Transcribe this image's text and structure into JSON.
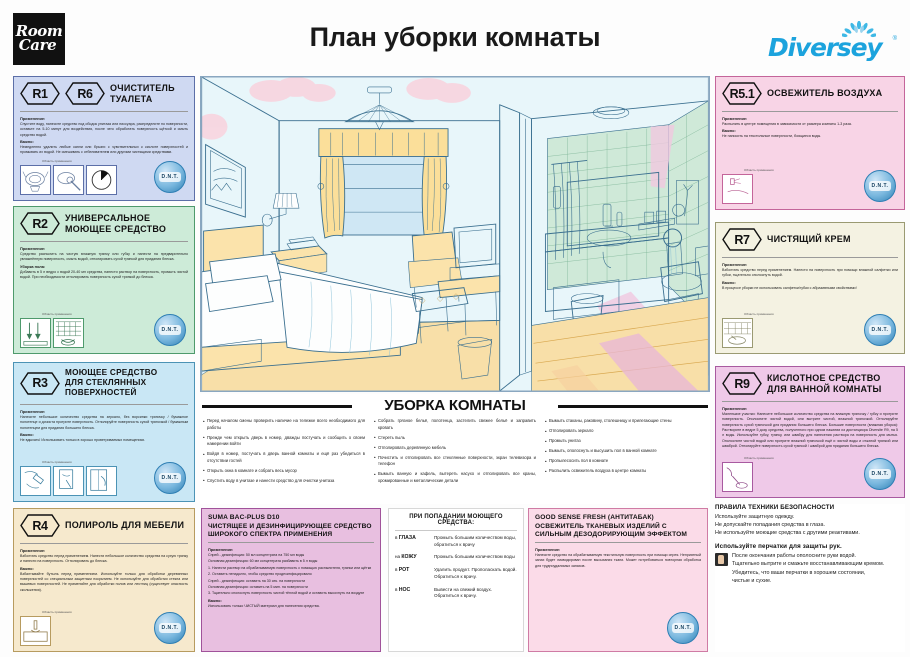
{
  "header": {
    "logo_left_line1": "Room",
    "logo_left_line2": "Care",
    "logo_left_name": "room-care-logo",
    "title": "План уборки комнаты",
    "logo_right": "Diversey",
    "logo_right_tm": "®",
    "brand_color": "#1CA3DD"
  },
  "panels": [
    {
      "id": "r1r6",
      "codes": [
        "R1",
        "R6"
      ],
      "title": "ОЧИСТИТЕЛЬ ТУАЛЕТА",
      "theme": "#cfd9f2",
      "sections": [
        {
          "label": "Применение:",
          "text": "Спустите воду, нанесите средство под ободок унитаза или писсуара, распределите по поверхности, оставьте на 5-10 минут для воздействия, после чего обработать поверхность щёткой и смыть средство водой."
        },
        {
          "label": "Важно:",
          "text": "Немедленно удалить любые капли или брызги с чувствительных к кислоте поверхностей и промывать их водой. Не смешивать с отбеливателем или другими чистящими средствами."
        }
      ],
      "picto_caption": "Область применения",
      "picto_count": 3,
      "seal": "D.N.T."
    },
    {
      "id": "r2",
      "codes": [
        "R2"
      ],
      "title": "УНИВЕРСАЛЬНОЕ\nМОЮЩЕЕ СРЕДСТВО",
      "theme": "#cdebd8",
      "sections": [
        {
          "label": "Применение:",
          "text": "Средство распылить на чистую влажную тряпку или губку и нанести на предварительно увлажнённую поверхность, смыть водой, отполировать сухой тряпкой для придания блеска."
        },
        {
          "label": "Уборка пола:",
          "text": "Добавить в 5 л ведро с водой 20-40 мл средства, нанести раствор на поверхность, промыть чистой водой. При необходимости отполировать поверхность сухой тряпкой до блеска."
        }
      ],
      "picto_caption": "Область применения",
      "picto_count": 2,
      "seal": "D.N.T."
    },
    {
      "id": "r3",
      "codes": [
        "R3"
      ],
      "title": "МОЮЩЕЕ СРЕДСТВО\nДЛЯ СТЕКЛЯННЫХ ПОВЕРХНОСТЕЙ",
      "theme": "#c9e7f5",
      "sections": [
        {
          "label": "Применение:",
          "text": "Нанесите небольшое количество средства на зеркало, без ворсинки тряпочку / бумажное полотенце и дочиста протрите поверхность. Отполируйте поверхность сухой тряпочкой / бумажным полотенцем для придания большего блеска."
        },
        {
          "label": "Важно:",
          "text": "Не вдыхать! Использовать только в хорошо проветриваемых помещениях."
        }
      ],
      "picto_caption": "Область применения",
      "picto_count": 3,
      "seal": "D.N.T."
    },
    {
      "id": "r4",
      "codes": [
        "R4"
      ],
      "title": "ПОЛИРОЛЬ ДЛЯ МЕБЕЛИ",
      "theme": "#f6e9cd",
      "sections": [
        {
          "label": "Применение:",
          "text": "Взболтать средство перед применением. Нанести небольшое количество средства на сухую тряпку и нанести на поверхность. Отполировать до блеска."
        },
        {
          "label": "Важно:",
          "text": "Взбалтывайте бутыль перед применением. Используйте только для обработки деревянных поверхностей со специальным защитным покрытием. Не используйте для обработки стекла или вышевых поверхностей. Не применяйте для обработки полов или лестниц (существует опасность скольжения)."
        }
      ],
      "picto_caption": "Область применения",
      "picto_count": 1,
      "seal": "D.N.T."
    },
    {
      "id": "r51",
      "codes": [
        "R5.1"
      ],
      "title": "ОСВЕЖИТЕЛЬ ВОЗДУХА",
      "theme": "#f8d4e6",
      "sections": [
        {
          "label": "Применение:",
          "text": "Распылить в центре помещения в зависимости от размера комнаты 1-3 раза."
        },
        {
          "label": "Важно:",
          "text": "Не наносить на текстильные поверхности, боящиеся воды."
        }
      ],
      "picto_caption": "Область применения",
      "picto_count": 1,
      "seal": "D.N.T."
    },
    {
      "id": "r7",
      "codes": [
        "R7"
      ],
      "title": "ЧИСТЯЩИЙ КРЕМ",
      "theme": "#f4f2e2",
      "sections": [
        {
          "label": "Применение:",
          "text": "Взболтать средство перед применением. Нанести на поверхность при помощи влажной салфетки или губки, тщательно ополоснуть водой."
        },
        {
          "label": "Важно:",
          "text": "В процессе уборки не использовать салфетки/губки с абразивными свойствами!"
        }
      ],
      "picto_caption": "Область применения",
      "picto_count": 1,
      "seal": "D.N.T."
    },
    {
      "id": "r9",
      "codes": [
        "R9"
      ],
      "title": "КИСЛОТНОЕ СРЕДСТВО\nДЛЯ ВАННОЙ КОМНАТЫ",
      "theme": "#efc9e8",
      "sections": [
        {
          "label": "Применение:",
          "text": "Маленькие участки: Нанесите небольшое количество средства на влажную тряпочку / губку и протрите поверхность. Ополосните чистой водой, или вытрите чистой, влажной тряпочкой. Отполируйте поверхность сухой тряпочкой для придания большего блеска. Большие поверхности (влажная уборка): Растворите в ведре 5 дозу средства, полученного при одном нажатии из дистанциора Diversite R9, на 5 л воды. Используйте губку, тряпку, или швабру для нанесения раствора на поверхность для мытья. Ополосните чистой водой или протрите влажной тряпочкой ещё и чистой воды и отжатой тряпкой или шваброй. Отполируйте поверхность сухой тряпкой / шваброй для придания большего блеска."
        }
      ],
      "picto_caption": "Область применения",
      "picto_count": 1,
      "seal": "D.N.T."
    }
  ],
  "checklist": {
    "title": "УБОРКА КОМНАТЫ",
    "columns": [
      [
        "Перед началом смены проверить наличие на тележке всего необходимого для работы",
        "Прежде чем открыть дверь в номер, дважды постучать и сообщить о своем намерении войти",
        "Войдя в номер, постучать в дверь ванной комнаты и ещё раз убедиться в отсутствии гостей",
        "Открыть окна в комнате и собрать весь мусор",
        "Спустить воду в унитазе и нанести средство для очистки унитаза"
      ],
      [
        "Собрать грязное бельё, полотенца, застелить свежее бельё и заправить кровать",
        "Стереть пыль",
        "Отполировать деревянную мебель",
        "Почистить и отполировать все стеклянные поверхности, экран телевизора и телефон",
        "Вымыть ванную и кафель, вытереть насухо и отполировать все краны, хромированные и металлические детали"
      ],
      [
        "Вымыть стаканы, раковину, столешницу и прилегающие стены",
        "Отполировать зеркало",
        "Промыть унитаз",
        "Вымыть, ополоснуть и высушить пол в ванной комнате",
        "Пропылесосить пол в комнате",
        "Распылить освежитель воздуха в центре комнаты"
      ]
    ]
  },
  "bottom": {
    "suma": {
      "name": "SUMA BAC-PLUS D10",
      "title": "ЧИСТЯЩЕЕ И ДЕЗИНФИЦИРУЮЩЕЕ СРЕДСТВО ШИРОКОГО СПЕКТРА ПРИМЕНЕНИЯ",
      "label": "Применение:",
      "lines": [
        "Спрей - дезинфекция: 50 мл концентрата на 750 мл воды",
        "Основная дезинфекция: 60 мл концентрата разбавить в 5 л воды",
        "1. Нанести раствор на обрабатываемую поверхность с помощью распылителя, тряпки или щётки",
        "2. Оставить ненадолго, чтобы средство продезинфицировало",
        "Спрей - дезинфекция: оставить на 30 сек. на поверхности",
        "Основная дезинфекция: оставить на 5 мин. на поверхности",
        "3. Тщательно сполоснуть поверхность чистой тёплой водой и оставить высохнуть на воздухе"
      ],
      "important_label": "Важно:",
      "important": "Использовать только ЧИСТЫЙ материал для нанесения средства.",
      "theme": "#e8bfe0"
    },
    "first_aid": {
      "title": "ПРИ ПОПАДАНИИ МОЮЩЕГО СРЕДСТВА:",
      "rows": [
        {
          "route_prefix": "в",
          "route": "ГЛАЗА",
          "action": "Промыть большим количеством воды, обратиться к врачу"
        },
        {
          "route_prefix": "на",
          "route": "КОЖУ",
          "action": "Промыть большим количеством воды"
        },
        {
          "route_prefix": "в",
          "route": "РОТ",
          "action": "Удалить продукт. Прополаскать водой. Обратиться к врачу."
        },
        {
          "route_prefix": "в",
          "route": "НОС",
          "action": "Вывести на свежий воздух. Обратиться к врачу."
        }
      ]
    },
    "good_sense": {
      "name": "GOOD SENSE FRESH (АНТИТАБАК)",
      "title": "ОСВЕЖИТЕЛЬ ТКАНЕВЫХ ИЗДЕЛИЙ С СИЛЬНЫМ ДЕЗОДОРИРУЮЩИМ ЭФФЕКТОМ",
      "label": "Применение:",
      "text": "Нанесите средство на обрабатываемую текстильную поверхность при помощи спрея. Неприятный запах будет ликвидирован после высыхания ткани. Может потребоваться повторная обработка для трудноудалимых запахов.",
      "theme": "#fbdbe8",
      "seal": "D.N.T."
    }
  },
  "safety": {
    "title": "ПРАВИЛА ТЕХНИКИ БЕЗОПАСНОСТИ",
    "lines": [
      "Используйте защитную одежду.",
      "Не допускайте попадания средства в глаза.",
      "Не используйте моющие средства с другими реактивами."
    ],
    "gloves_title": "Используйте перчатки для защиты рук.",
    "gloves_lines": [
      "После окончания работы ополосните руки водой.",
      "Тщательно вытрите и смажьте восстанавливающим кремом.",
      "Убедитесь, что ваши перчатки в хорошем состоянии,",
      "чистые и сухие."
    ]
  }
}
